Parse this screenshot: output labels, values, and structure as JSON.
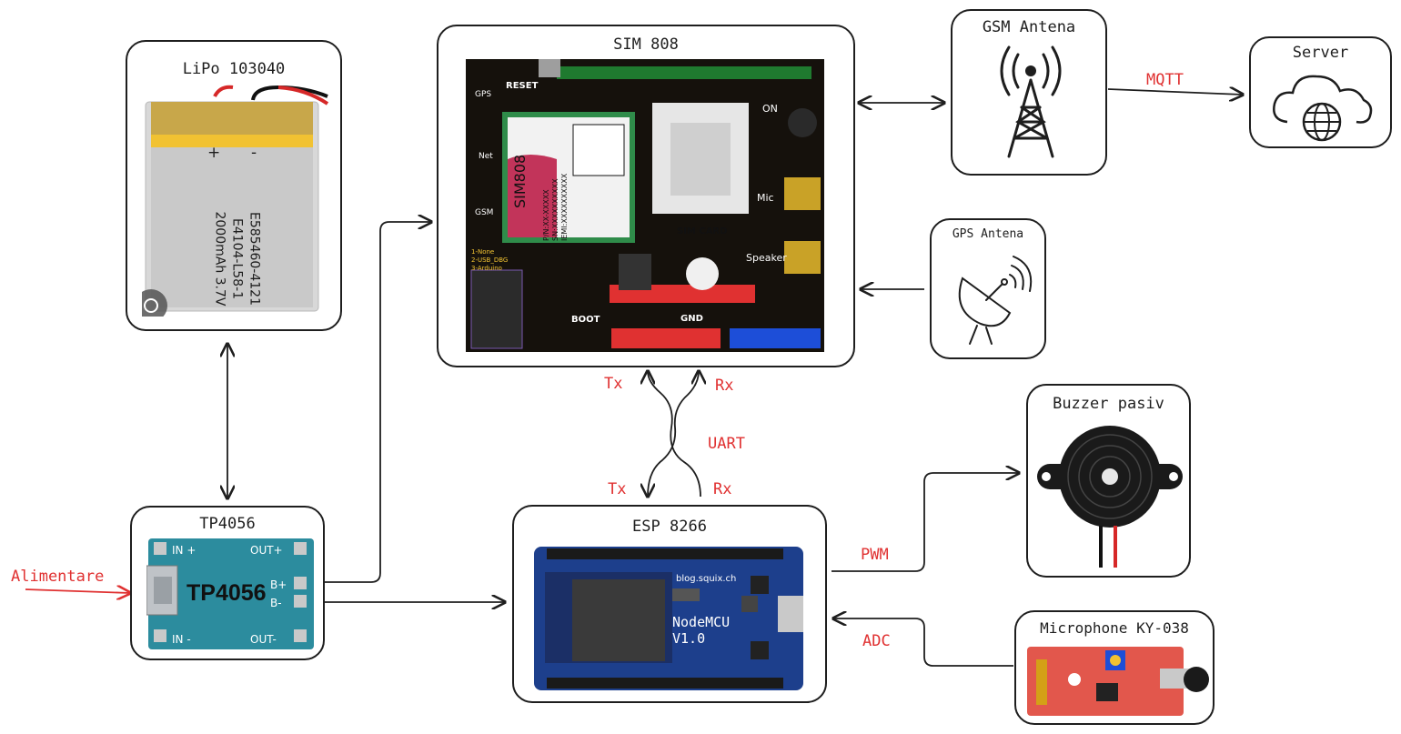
{
  "nodes": {
    "lipo": {
      "title": "LiPo 103040",
      "plus": "+",
      "minus": "-",
      "line1": "E585460-4121",
      "line2": "E4104-L58-1",
      "line3": "2000mAh 3.7V"
    },
    "tp4056": {
      "title": "TP4056",
      "chip": "TP4056",
      "in_plus": "IN +",
      "in_minus": "IN -",
      "out_plus": "OUT+",
      "out_minus": "OUT-",
      "b_plus": "B+",
      "b_minus": "B-"
    },
    "sim808": {
      "title": "SIM 808",
      "module": "SIM808",
      "reset": "RESET",
      "boot": "BOOT",
      "simcard": "SIM CARD",
      "gps": "GPS",
      "gsm": "GSM",
      "net": "Net",
      "on": "ON",
      "mic": "Mic",
      "speaker": "Speaker",
      "gnd": "GND",
      "switch1": "1-None",
      "switch2": "2-USB_DBG",
      "switch3": "3-Arduino",
      "pin": "P/N:XX-XXXXX",
      "sn": "SN:XXXXXXXXXX",
      "iemi": "IEMI:XXXXXXXXXX"
    },
    "esp8266": {
      "title": "ESP 8266",
      "brand": "blog.squix.ch",
      "model1": "NodeMCU",
      "model2": "V1.0"
    },
    "gsm_antenna": {
      "title": "GSM Antena"
    },
    "server": {
      "title": "Server"
    },
    "gps_antenna": {
      "title": "GPS Antena"
    },
    "buzzer": {
      "title": "Buzzer pasiv"
    },
    "microphone": {
      "title": "Microphone KY-038"
    }
  },
  "edges": {
    "mqtt": "MQTT",
    "uart": "UART",
    "tx_top": "Tx",
    "rx_top": "Rx",
    "tx_bottom": "Tx",
    "rx_bottom": "Rx",
    "pwm": "PWM",
    "adc": "ADC",
    "power_in": "Alimentare"
  },
  "colors": {
    "stroke": "#1e1e1e",
    "edge_label": "#e03131",
    "pcb_teal": "#2c8c9e",
    "pcb_dark": "#15110c",
    "esp_blue": "#1d3f8c",
    "mic_red": "#e2574c"
  }
}
